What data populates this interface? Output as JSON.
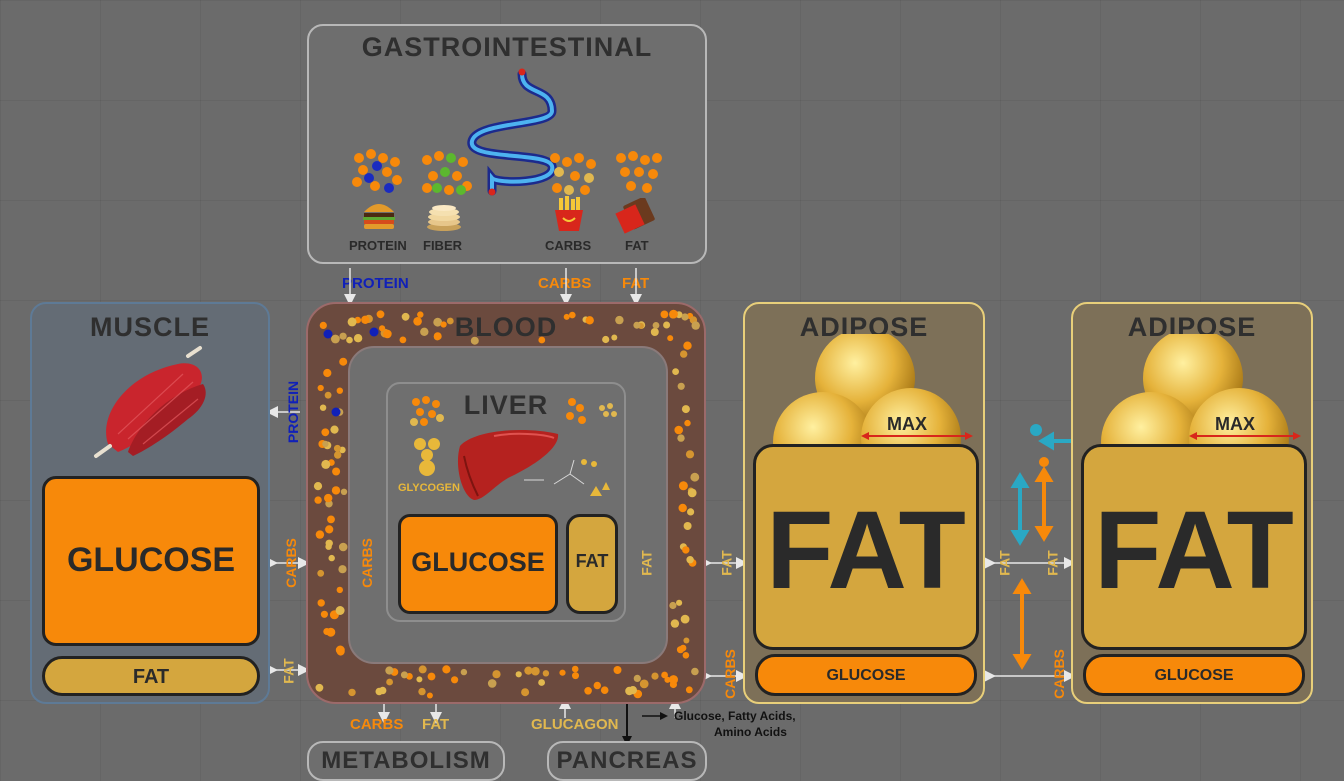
{
  "gastrointestinal": {
    "title": "GASTROINTESTINAL",
    "foods": [
      "PROTEIN",
      "FIBER",
      "CARBS",
      "FAT"
    ]
  },
  "muscle": {
    "title": "MUSCLE",
    "glucose": "GLUCOSE",
    "fat": "FAT"
  },
  "blood": {
    "title": "BLOOD"
  },
  "liver": {
    "title": "LIVER",
    "glycogen": "GLYCOGEN",
    "glucose": "GLUCOSE",
    "fat": "FAT"
  },
  "adipose_left": {
    "title": "ADIPOSE",
    "max": "MAX",
    "fat": "FAT",
    "glucose": "GLUCOSE"
  },
  "adipose_right": {
    "title": "ADIPOSE",
    "max": "MAX",
    "fat": "FAT",
    "glucose": "GLUCOSE"
  },
  "flow_labels": {
    "protein_top": "PROTEIN",
    "carbs_top": "CARBS",
    "fat_top": "FAT",
    "protein_muscle": "PROTEIN",
    "carbs_muscle": "CARBS",
    "fat_muscle": "FAT",
    "carbs_liver": "CARBS",
    "fat_liver": "FAT",
    "fat_adipose": "FAT",
    "carbs_adipose": "CARBS",
    "fat_between_a": "FAT",
    "fat_between_b": "FAT",
    "carbs_right": "CARBS",
    "carbs_bottom": "CARBS",
    "fat_bottom": "FAT",
    "glucagon": "GLUCAGON"
  },
  "pancreas_output": {
    "line1": "Glucose, Fatty Acids,",
    "line2": "Amino Acids"
  },
  "bottom_boxes": {
    "metabolism": "METABOLISM",
    "pancreas": "PANCREAS"
  },
  "colors": {
    "background": "#6b6b6b",
    "orange": "#f7890a",
    "tan": "#d4a63e",
    "protein_blue": "#1020b8",
    "teal": "#2aa8c4",
    "red": "#d8261b"
  }
}
